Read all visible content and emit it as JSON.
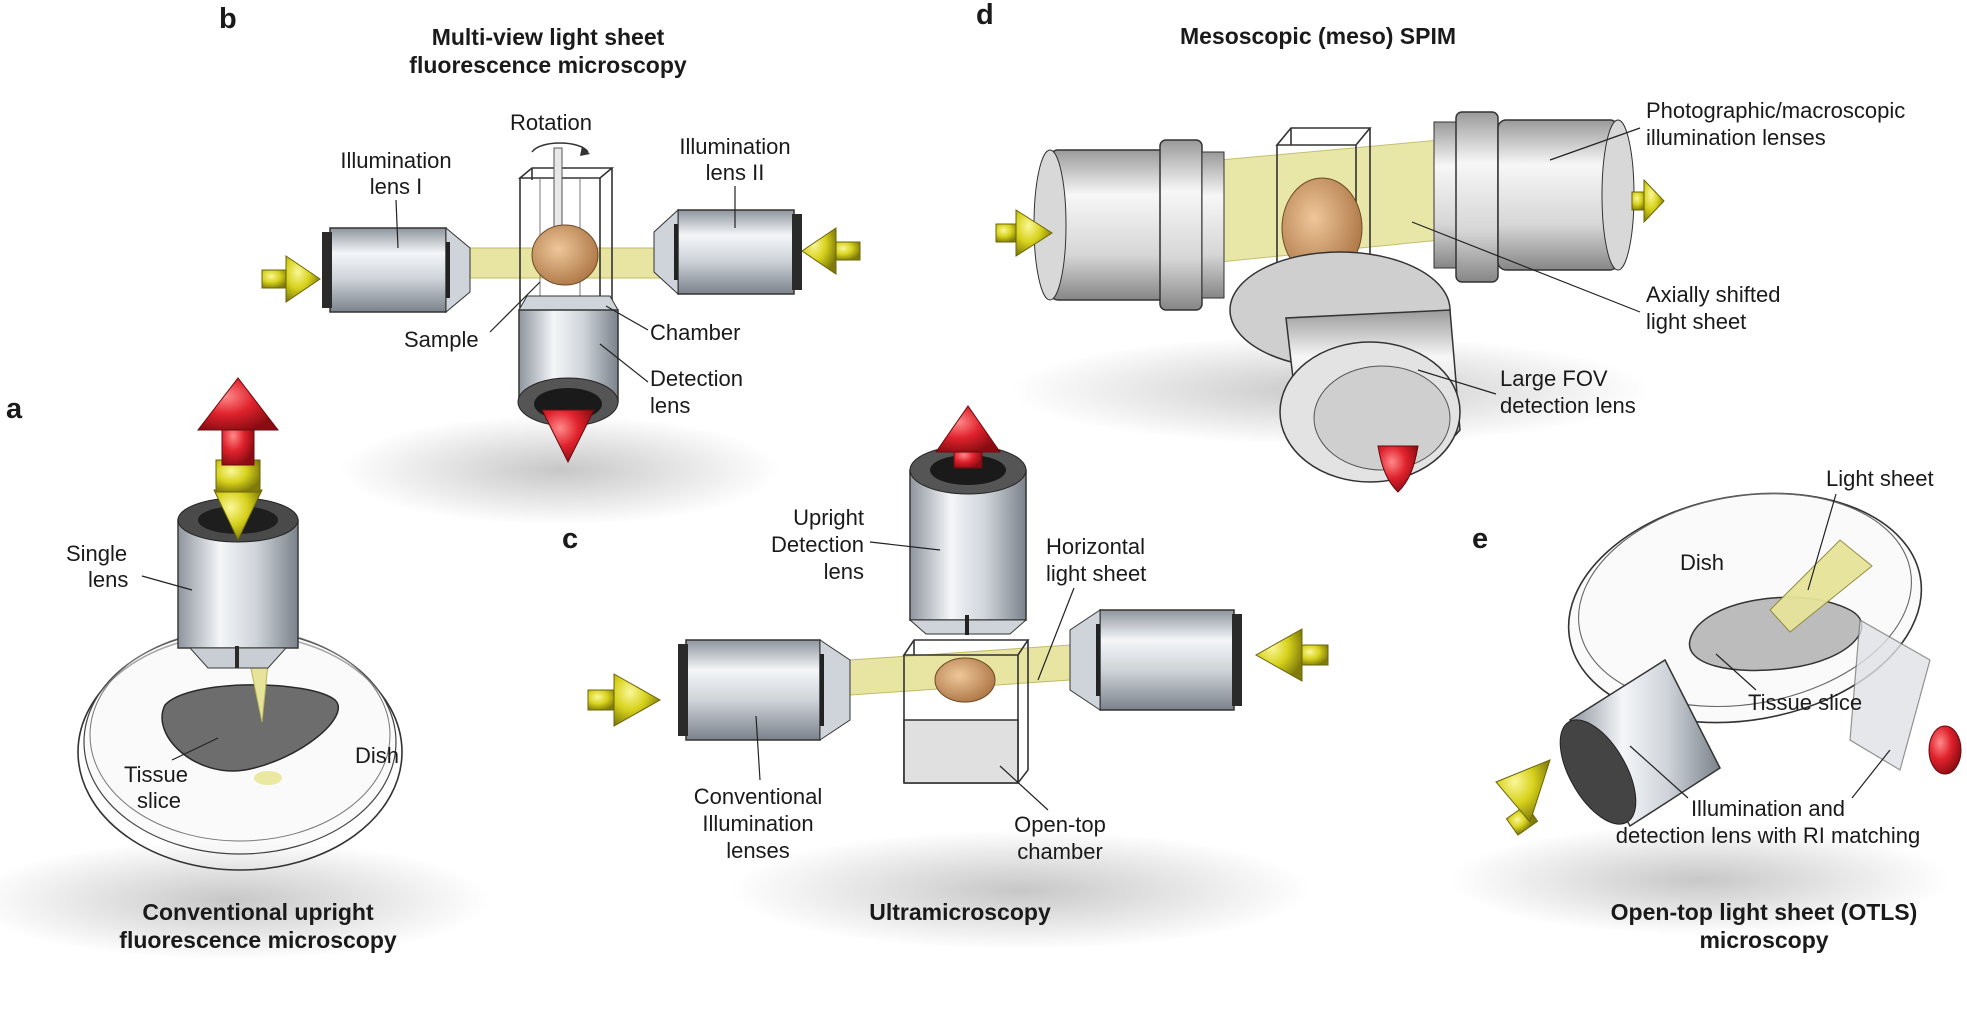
{
  "panels": {
    "a": {
      "letter": "a",
      "title": [
        "Conventional upright",
        "fluorescence microscopy"
      ],
      "labels": {
        "single_lens": [
          "Single",
          "lens"
        ],
        "tissue_slice": [
          "Tissue",
          "slice"
        ],
        "dish": "Dish"
      }
    },
    "b": {
      "letter": "b",
      "title": [
        "Multi-view light sheet",
        "fluorescence microscopy"
      ],
      "labels": {
        "rotation": "Rotation",
        "illum_lens_1": [
          "Illumination",
          "lens I"
        ],
        "illum_lens_2": [
          "Illumination",
          "lens II"
        ],
        "sample": "Sample",
        "chamber": "Chamber",
        "detection_lens": [
          "Detection",
          "lens"
        ]
      }
    },
    "c": {
      "letter": "c",
      "title": [
        "Ultramicroscopy"
      ],
      "labels": {
        "upright_detection": [
          "Upright",
          "Detection",
          "lens"
        ],
        "horizontal_sheet": [
          "Horizontal",
          "light sheet"
        ],
        "conventional_illum": [
          "Conventional",
          "Illumination",
          "lenses"
        ],
        "open_top_chamber": [
          "Open-top",
          "chamber"
        ]
      }
    },
    "d": {
      "letter": "d",
      "title": [
        "Mesoscopic (meso) SPIM"
      ],
      "labels": {
        "photo_lenses": [
          "Photographic/macroscopic",
          "illumination lenses"
        ],
        "axial_sheet": [
          "Axially shifted",
          "light sheet"
        ],
        "large_fov": [
          "Large FOV",
          "detection lens"
        ]
      }
    },
    "e": {
      "letter": "e",
      "title": [
        "Open-top light sheet (OTLS)",
        "microscopy"
      ],
      "labels": {
        "light_sheet": "Light sheet",
        "dish": "Dish",
        "tissue_slice": "Tissue slice",
        "illum_detect": [
          "Illumination and",
          "detection lens with RI matching"
        ]
      }
    }
  },
  "colors": {
    "lens_body": "#d4d9e0",
    "light_sheet": "#e6e39a",
    "arrow_yellow": "#d7d21c",
    "arrow_red": "#d9202b",
    "sample": "#c89a6a"
  }
}
